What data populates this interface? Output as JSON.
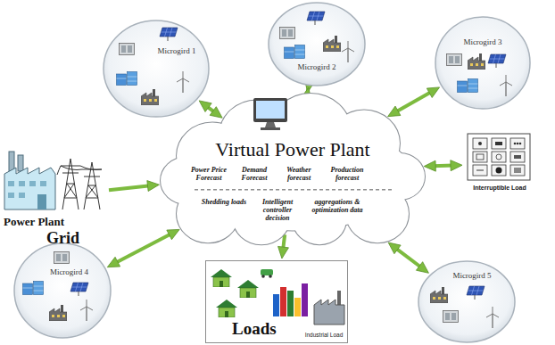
{
  "diagram": {
    "nodes": [
      {
        "text": [
          "Microgird 1"
        ]
      },
      {
        "text": [
          "Microgird 2"
        ]
      },
      {
        "text": [
          "Microgird 3"
        ]
      },
      {
        "text": [
          "Power Plant",
          "Grid"
        ]
      },
      {
        "text": [
          "Virtual Power Plant",
          "Power Price Forecast",
          "Demand Forecast",
          "Weather forecast",
          "Production forecast",
          "Shedding loads",
          "Intelligent controller decision",
          "aggregations & optimization data"
        ]
      },
      {
        "text": [
          "Interruptible Load"
        ]
      },
      {
        "text": [
          "Microgird 4"
        ]
      },
      {
        "text": [
          "Loads",
          "Industrial Load"
        ]
      },
      {
        "text": [
          "Microgird 5"
        ]
      }
    ],
    "edges": [
      {
        "from": 0,
        "to": 4,
        "arrow": "both"
      },
      {
        "from": 1,
        "to": 4,
        "arrow": "both"
      },
      {
        "from": 2,
        "to": 4,
        "arrow": "both"
      },
      {
        "from": 3,
        "to": 4,
        "arrow": "to"
      },
      {
        "from": 4,
        "to": 5,
        "arrow": "both"
      },
      {
        "from": 6,
        "to": 4,
        "arrow": "both"
      },
      {
        "from": 4,
        "to": 7,
        "arrow": "to"
      },
      {
        "from": 4,
        "to": 8,
        "arrow": "both"
      }
    ]
  }
}
